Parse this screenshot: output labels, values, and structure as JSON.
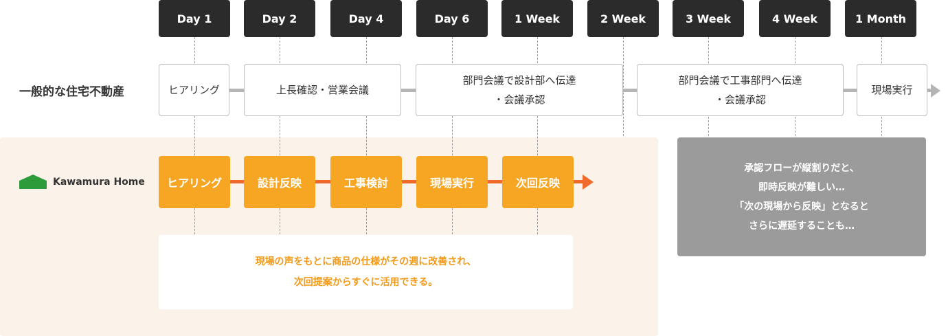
{
  "timeline": [
    "Day 1",
    "Day 2",
    "Day 4",
    "Day 6",
    "1 Week",
    "2 Week",
    "3 Week",
    "4 Week",
    "1 Month"
  ],
  "general": {
    "label": "一般的な住宅不動産",
    "steps": [
      "ヒアリング",
      "上長確認・営業会議",
      "部門会議で設計部へ伝達\n・会議承認",
      "部門会議で工事部門へ伝達\n・会議承認",
      "現場実行"
    ]
  },
  "kawamura": {
    "label": "Kawamura Home",
    "steps": [
      "ヒアリング",
      "設計反映",
      "工事検討",
      "現場実行",
      "次回反映"
    ]
  },
  "notes": {
    "kawamura": [
      "現場の声をもとに商品の仕様がその週に改善され、",
      "次回提案からすぐに活用できる。"
    ],
    "general": [
      "承認フローが縦割りだと、",
      "即時反映が難しい…",
      "「次の現場から反映」となると",
      "さらに遅延することも…"
    ]
  },
  "colors": {
    "orange": "#f6a623",
    "arrow_orange": "#ef6a2b",
    "dark": "#2b2b2b",
    "gray": "#9b9b9b",
    "logo_green": "#2e9b3b"
  },
  "icons": {
    "logo": "house-icon",
    "arrow": "arrow-right-icon"
  }
}
